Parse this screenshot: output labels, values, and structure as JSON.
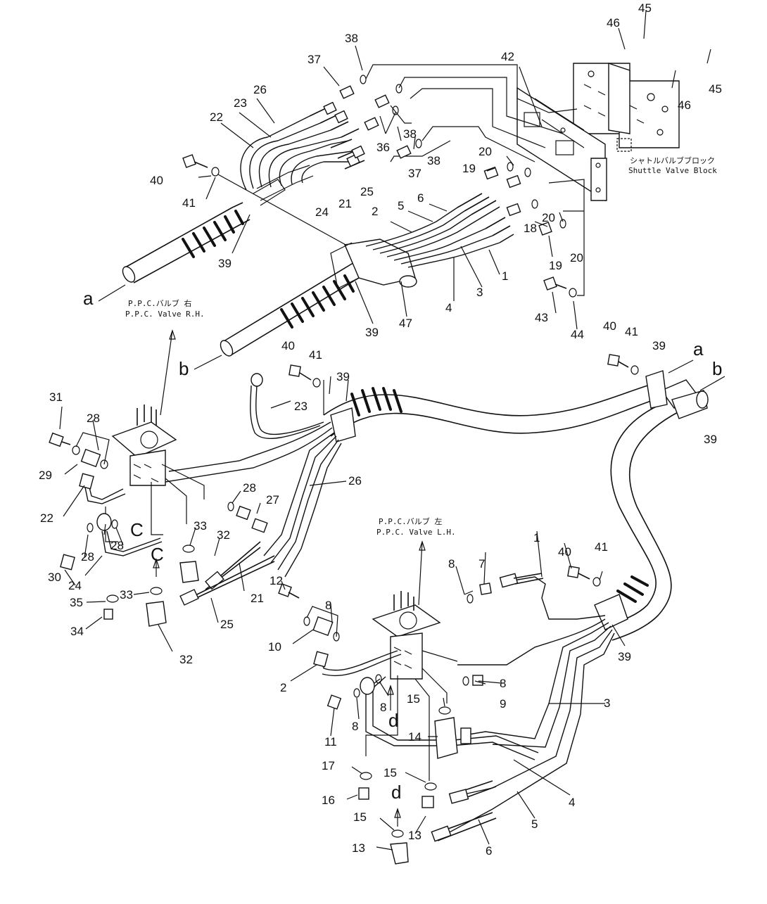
{
  "diagram": {
    "labels": {
      "a_top": "a",
      "b_top": "b",
      "a_right": "a",
      "b_right": "b",
      "c_left": "C",
      "c_mid": "C",
      "d_mid": "d",
      "d_bottom": "d"
    },
    "notes": {
      "shuttle_block_jp": "シャトルバルブブロック",
      "shuttle_block_en": "Shuttle Valve Block",
      "ppc_rh_jp": "P.P.C.バルブ 右",
      "ppc_rh_en": "P.P.C. Valve R.H.",
      "ppc_lh_jp": "P.P.C.バルブ 左",
      "ppc_lh_en": "P.P.C. Valve L.H."
    },
    "part_numbers": {
      "n45a": "45",
      "n46a": "46",
      "n45b": "45",
      "n46b": "46",
      "n42": "42",
      "n38a": "38",
      "n37a": "37",
      "n26a": "26",
      "n23a": "23",
      "n22a": "22",
      "n38b": "38",
      "n36": "36",
      "n37b": "37",
      "n38c": "38",
      "n40a": "40",
      "n41a": "41",
      "n24a": "24",
      "n21a": "21",
      "n25a": "25",
      "n20a": "20",
      "n19a": "19",
      "n2a": "2",
      "n5a": "5",
      "n6a": "6",
      "n18": "18",
      "n20b": "20",
      "n20c": "20",
      "n19b": "19",
      "n39a": "39",
      "n1a": "1",
      "n3a": "3",
      "n4a": "4",
      "n39b": "39",
      "n47": "47",
      "n43": "43",
      "n44": "44",
      "n40b": "40",
      "n41b": "41",
      "n39c": "39",
      "n31": "31",
      "n28a": "28",
      "n40c": "40",
      "n41c": "41",
      "n39d": "39",
      "n39e": "39",
      "n29": "29",
      "n23b": "23",
      "n26b": "26",
      "n22b": "22",
      "n28b": "28",
      "n27": "27",
      "n33a": "33",
      "n32a": "32",
      "n28c": "28",
      "n30": "30",
      "n28d": "28",
      "n24b": "24",
      "n21b": "21",
      "n35": "35",
      "n33b": "33",
      "n25b": "25",
      "n34": "34",
      "n32b": "32",
      "n1b": "1",
      "n40d": "40",
      "n41d": "41",
      "n7": "7",
      "n8a": "8",
      "n12": "12",
      "n8b": "8",
      "n10": "10",
      "n39f": "39",
      "n2b": "2",
      "n8c": "8",
      "n9": "9",
      "n3b": "3",
      "n8d": "8",
      "n8e": "8",
      "n15a": "15",
      "n11": "11",
      "n14": "14",
      "n17": "17",
      "n15b": "15",
      "n4b": "4",
      "n16": "16",
      "n5b": "5",
      "n15c": "15",
      "n13a": "13",
      "n13b": "13",
      "n6b": "6"
    }
  }
}
